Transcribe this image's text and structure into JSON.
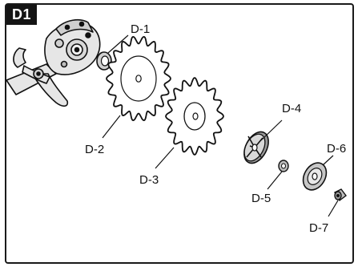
{
  "figure": {
    "badge": "D1",
    "labels": {
      "d1": "D-1",
      "d2": "D-2",
      "d3": "D-3",
      "d4": "D-4",
      "d5": "D-5",
      "d6": "D-6",
      "d7": "D-7"
    }
  },
  "colors": {
    "ink": "#111111",
    "badge_bg": "#141414",
    "badge_text": "#ffffff",
    "part_fill": "#d6d6d6"
  }
}
